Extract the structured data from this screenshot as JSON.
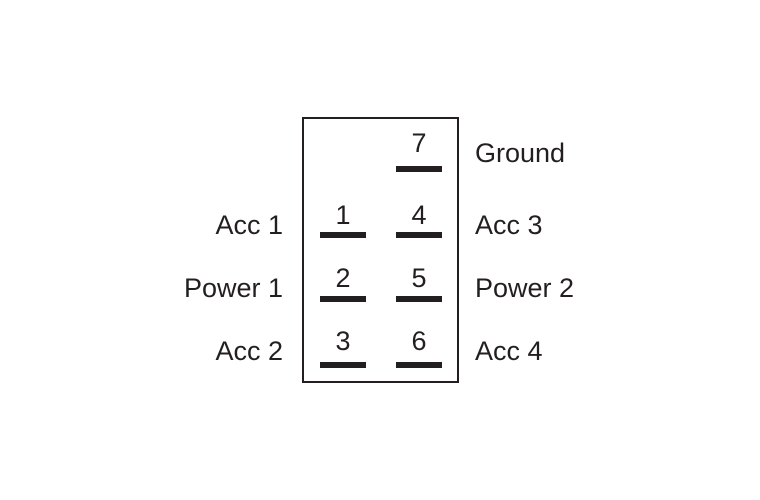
{
  "pins": {
    "p7": {
      "number": "7",
      "label": "Ground"
    },
    "p1": {
      "number": "1",
      "label": "Acc 1"
    },
    "p4": {
      "number": "4",
      "label": "Acc 3"
    },
    "p2": {
      "number": "2",
      "label": "Power 1"
    },
    "p5": {
      "number": "5",
      "label": "Power 2"
    },
    "p3": {
      "number": "3",
      "label": "Acc 2"
    },
    "p6": {
      "number": "6",
      "label": "Acc 4"
    }
  },
  "colors": {
    "ink": "#231f20",
    "background": "#ffffff"
  }
}
